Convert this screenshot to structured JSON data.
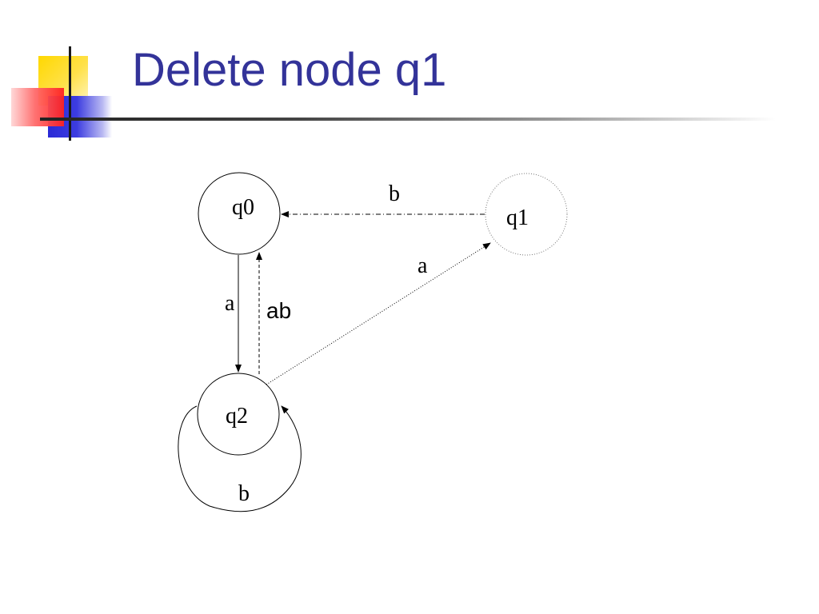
{
  "slide": {
    "title": "Delete node q1",
    "title_color": "#333399"
  },
  "decoration": {
    "icon": "slide-logo-squares",
    "colors": [
      "#ffd800",
      "#2a2ad6",
      "#ff2020"
    ]
  },
  "diagram": {
    "nodes": [
      {
        "id": "q0",
        "label": "q0",
        "style": "solid"
      },
      {
        "id": "q1",
        "label": "q1",
        "style": "dotted"
      },
      {
        "id": "q2",
        "label": "q2",
        "style": "solid"
      }
    ],
    "edges": [
      {
        "from": "q1",
        "to": "q0",
        "label": "b",
        "style": "dash-dot"
      },
      {
        "from": "q2",
        "to": "q1",
        "label": "a",
        "style": "dotted"
      },
      {
        "from": "q0",
        "to": "q2",
        "label": "a",
        "style": "solid"
      },
      {
        "from": "q2",
        "to": "q0",
        "label": "ab",
        "style": "dashed"
      },
      {
        "from": "q2",
        "to": "q2",
        "label": "b",
        "style": "solid"
      }
    ]
  }
}
